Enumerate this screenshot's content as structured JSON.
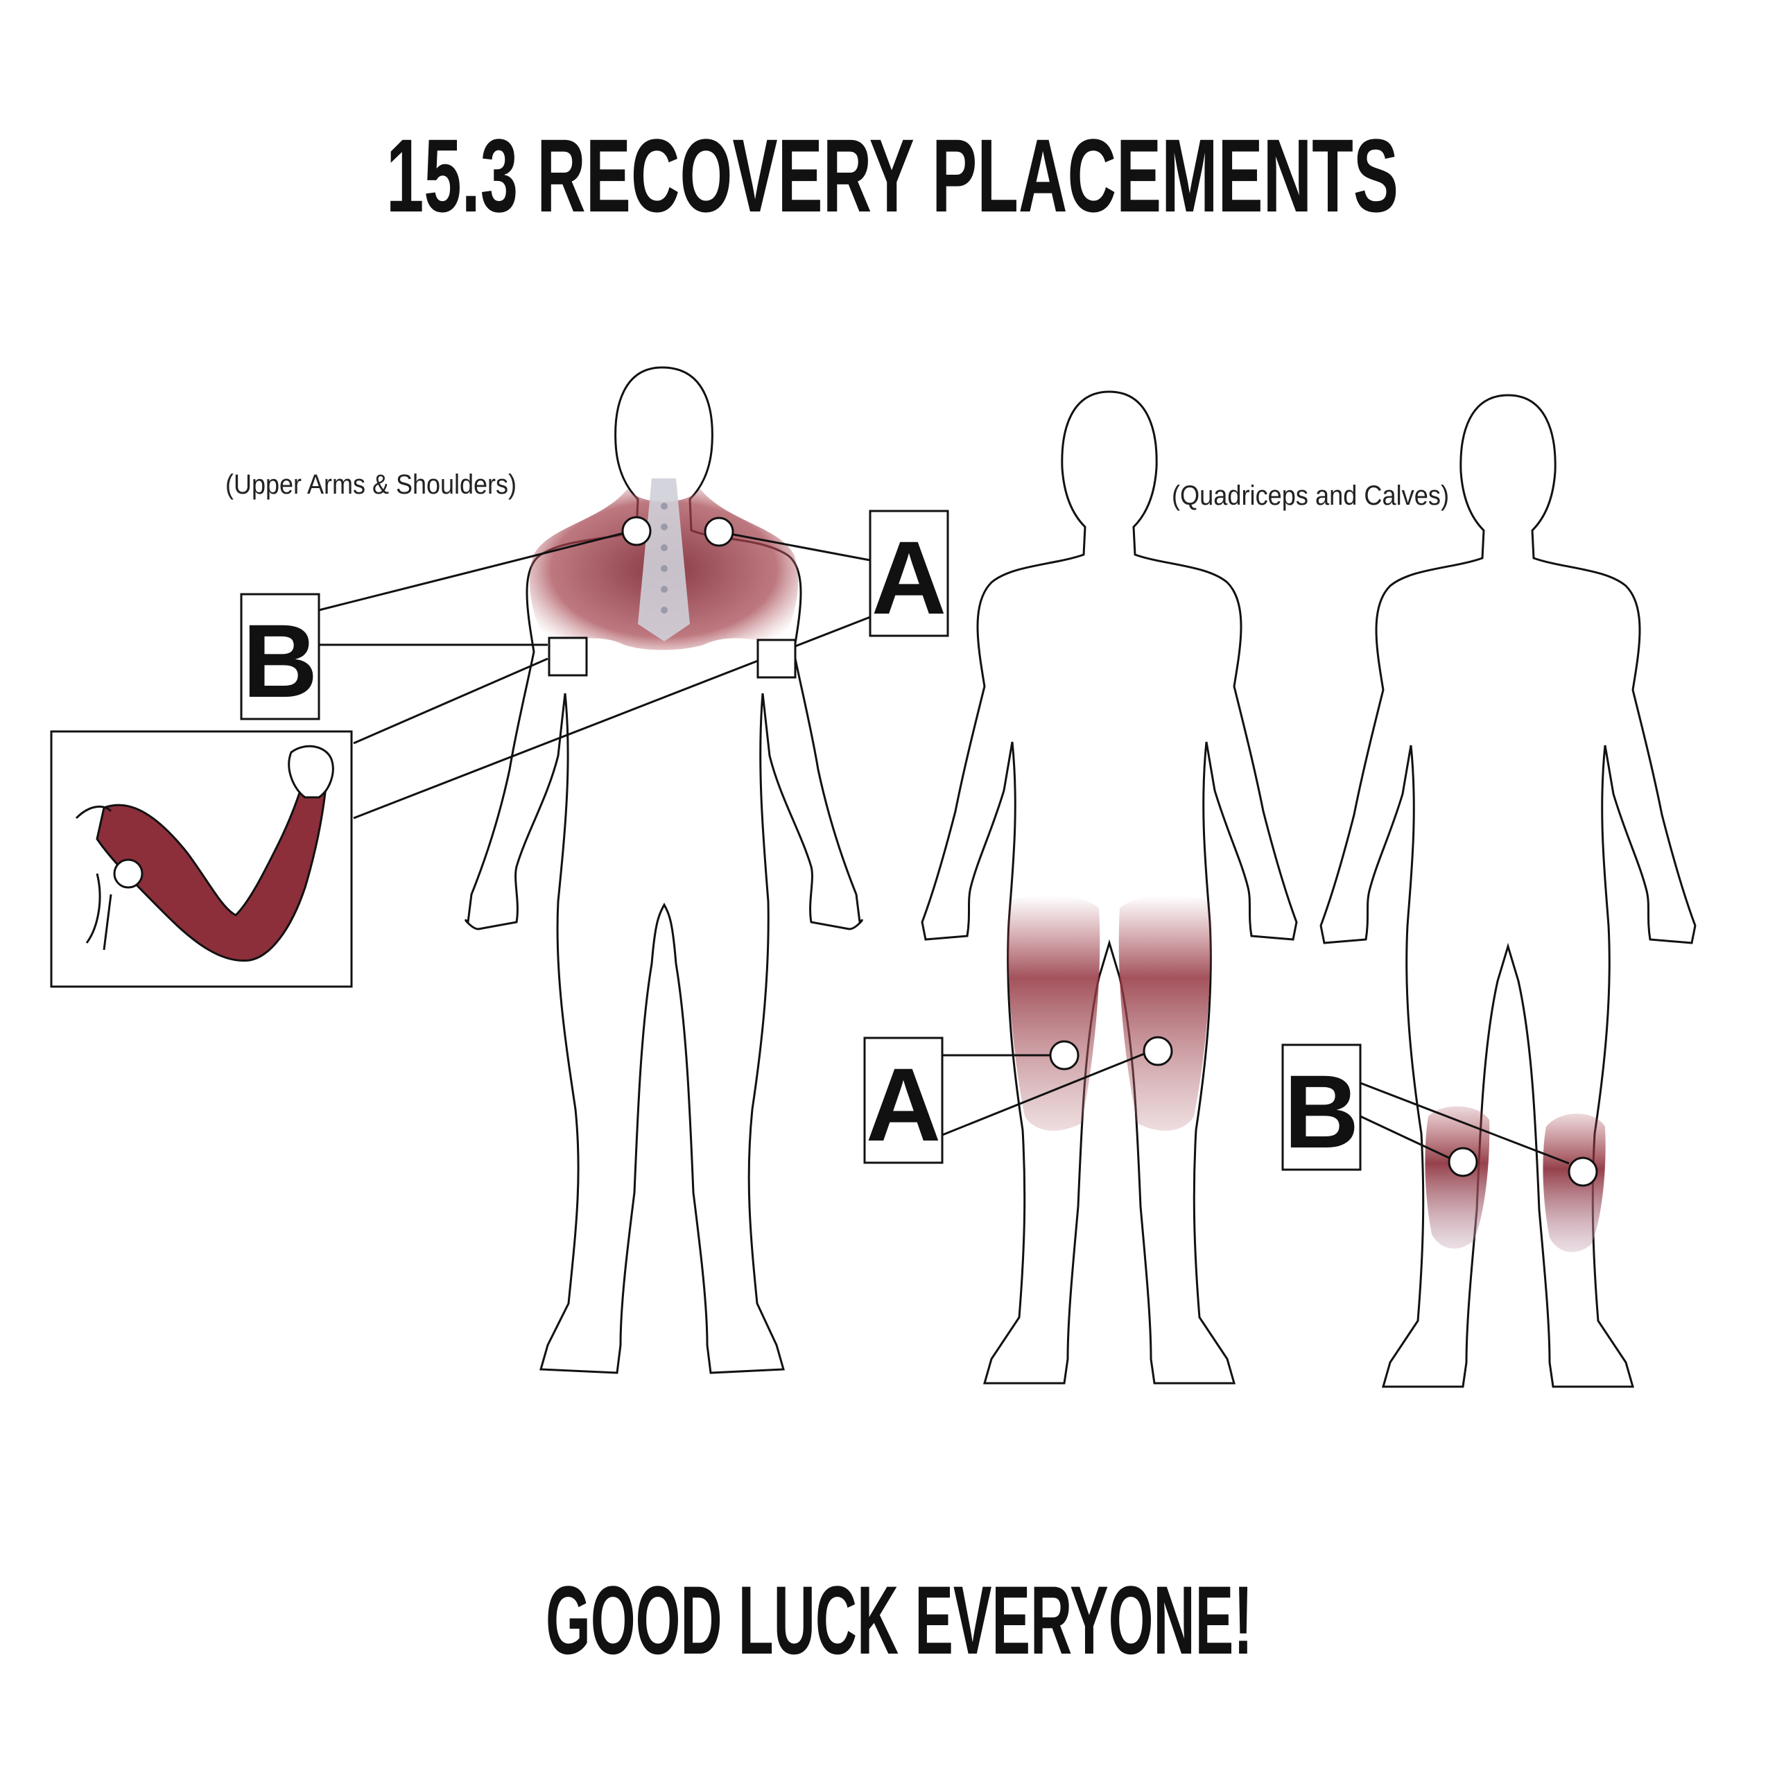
{
  "title": "15.3 RECOVERY PLACEMENTS",
  "footer": "GOOD LUCK EVERYONE!",
  "upper": {
    "caption": "(Upper Arms & Shoulders)",
    "label_a": "A",
    "label_b": "B"
  },
  "lower": {
    "caption": "(Quadriceps and Calves)",
    "label_a": "A",
    "label_b": "B"
  },
  "colors": {
    "muscle": "#9e3b44",
    "muscle_dark": "#6e1f27",
    "outline": "#111111",
    "spine": "#c9c9d2"
  }
}
